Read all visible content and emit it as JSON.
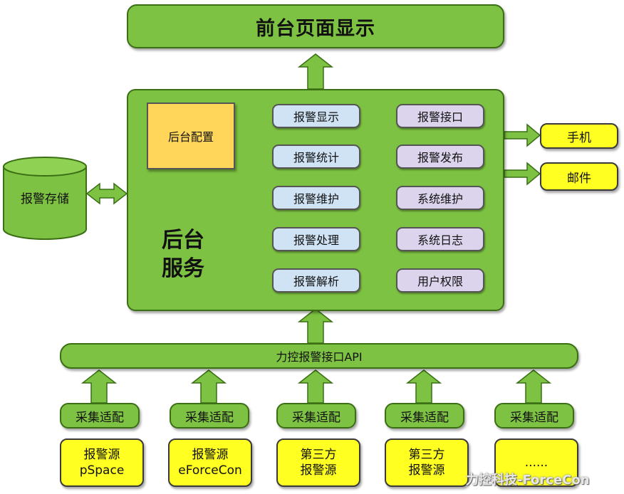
{
  "frontend": {
    "label": "前台页面显示"
  },
  "backend": {
    "title_line1": "后台",
    "title_line2": "服务",
    "config": "后台配置",
    "modules_left": [
      "报警显示",
      "报警统计",
      "报警维护",
      "报警处理",
      "报警解析"
    ],
    "modules_right": [
      "报警接口",
      "报警发布",
      "系统维护",
      "系统日志",
      "用户权限"
    ]
  },
  "storage": {
    "label": "报警存储"
  },
  "outputs": {
    "phone": "手机",
    "email": "邮件"
  },
  "api": {
    "label": "力控报警接口API"
  },
  "adapters": [
    "采集适配",
    "采集适配",
    "采集适配",
    "采集适配",
    "采集适配"
  ],
  "sources": [
    {
      "line1": "报警源",
      "line2": "pSpace"
    },
    {
      "line1": "报警源",
      "line2": "eForceCon"
    },
    {
      "line1": "第三方",
      "line2": "报警源"
    },
    {
      "line1": "第三方",
      "line2": "报警源"
    },
    {
      "line1": "......",
      "line2": ""
    }
  ],
  "watermark": "力控科技-ForceCon",
  "colors": {
    "green": "#7dc242",
    "yellow": "#ffff22",
    "module_blue": "#cfe3f4",
    "module_purple": "#dcd4ec"
  }
}
